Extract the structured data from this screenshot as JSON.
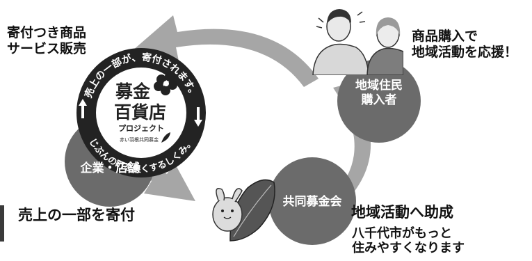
{
  "colors": {
    "arrow": "#a6a6a6",
    "node_fill": "#6b6b6b",
    "text": "#111111",
    "node_text": "#ffffff",
    "badge_ring": "#232323"
  },
  "nodes": {
    "residents": {
      "line1": "地域住民",
      "line2": "購入者"
    },
    "business": {
      "label": "企業・店舗"
    },
    "fund": {
      "label": "共同募金会"
    }
  },
  "annotations": {
    "top_left": {
      "line1": "寄付つき商品",
      "line2": "サービス販売"
    },
    "top_right": {
      "line1": "商品購入で",
      "line2": "地域活動を応援！"
    },
    "bottom_left": "売上の一部を寄付",
    "bottom_right_title": "地域活動へ助成",
    "bottom_right": {
      "line1": "八千代市がもっと",
      "line2": "住みやすくなります"
    }
  },
  "badge": {
    "ring_top": "売上の一部が、寄付されます。",
    "ring_bottom": "じぶんの町を良くするしくみ。",
    "title_line1": "募金",
    "title_line2": "百貨店",
    "subtitle": "プロジェクト",
    "org": "赤い羽根共同募金"
  }
}
